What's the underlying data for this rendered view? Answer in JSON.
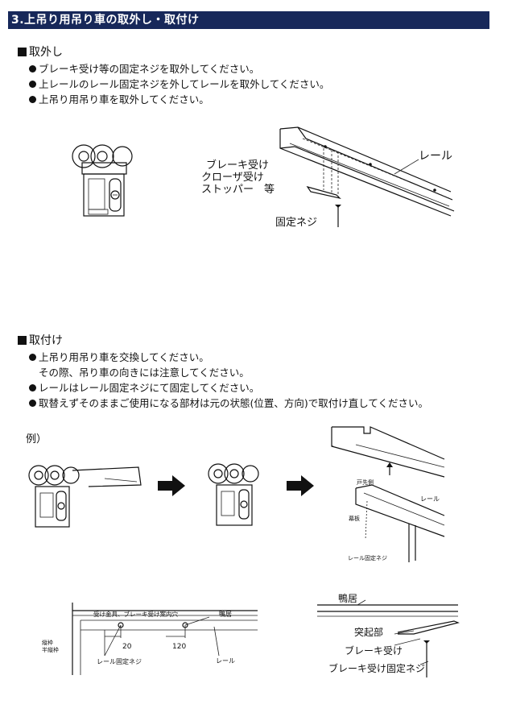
{
  "header": {
    "title": "3.上吊り用吊り車の取外し・取付け"
  },
  "removal": {
    "heading": "取外し",
    "bullets": [
      "ブレーキ受け等の固定ネジを取外してください。",
      "上レールのレール固定ネジを外してレールを取外してください。",
      "上吊り用吊り車を取外してください。"
    ],
    "fig_labels": {
      "brake": "ブレーキ受け",
      "closer": "クローザ受け",
      "stopper": "ストッパー　等",
      "rail": "レール",
      "screw": "固定ネジ"
    }
  },
  "install": {
    "heading": "取付け",
    "bullets": [
      "上吊り用吊り車を交換してください。",
      "その際、吊り車の向きには注意してください。",
      "レールはレール固定ネジにて固定してください。",
      "取替えずそのままご使用になる部材は元の状態(位置、方向)で取付け直してください。"
    ],
    "example_label": "例）",
    "fig_labels": {
      "door_side": "戸先側",
      "rail": "レール",
      "ceiling_board": "幕板",
      "rail_screw": "レール固定ネジ"
    },
    "bottom_left": {
      "bracket": "受け金具、ブレーキ受け案内穴",
      "kamoi": "鴨居",
      "tategamachi": "縦枠",
      "hantategamachi": "半縦枠",
      "dim1": "20",
      "dim2": "120",
      "rail_screw": "レール固定ネジ",
      "rail": "レール"
    },
    "bottom_right": {
      "kamoi": "鴨居",
      "protrusion": "突起部",
      "brake": "ブレーキ受け",
      "brake_screw": "ブレーキ受け固定ネジ"
    }
  }
}
